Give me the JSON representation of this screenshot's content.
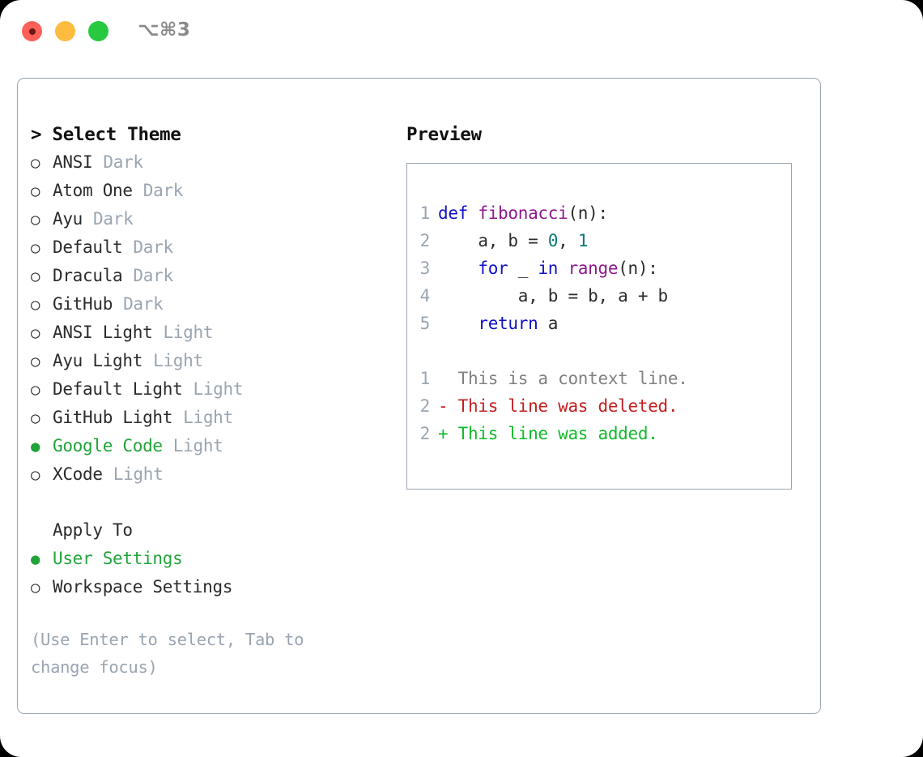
{
  "window": {
    "title": "⌥⌘3",
    "traffic_lights": [
      {
        "name": "close",
        "color": "#fc6058"
      },
      {
        "name": "minimize",
        "color": "#fdbc40"
      },
      {
        "name": "maximize",
        "color": "#27c93f"
      }
    ]
  },
  "colors": {
    "accent_green": "#22a33a",
    "muted_gray": "#9aa5b1",
    "text": "#2b2b2b",
    "keyword": "#1010c8",
    "function": "#8e1a8e",
    "number": "#0d7777",
    "diff_context": "#808080",
    "diff_deleted": "#c42020",
    "diff_added": "#10bb2a",
    "border": "#9aa5b1"
  },
  "left": {
    "heading": "> Select Theme",
    "themes": [
      {
        "marker": "○",
        "name": "ANSI",
        "tag": "Dark",
        "selected": false
      },
      {
        "marker": "○",
        "name": "Atom One",
        "tag": "Dark",
        "selected": false
      },
      {
        "marker": "○",
        "name": "Ayu",
        "tag": "Dark",
        "selected": false
      },
      {
        "marker": "○",
        "name": "Default",
        "tag": "Dark",
        "selected": false
      },
      {
        "marker": "○",
        "name": "Dracula",
        "tag": "Dark",
        "selected": false
      },
      {
        "marker": "○",
        "name": "GitHub",
        "tag": "Dark",
        "selected": false
      },
      {
        "marker": "○",
        "name": "ANSI Light",
        "tag": "Light",
        "selected": false
      },
      {
        "marker": "○",
        "name": "Ayu Light",
        "tag": "Light",
        "selected": false
      },
      {
        "marker": "○",
        "name": "Default Light",
        "tag": "Light",
        "selected": false
      },
      {
        "marker": "○",
        "name": "GitHub Light",
        "tag": "Light",
        "selected": false
      },
      {
        "marker": "●",
        "name": "Google Code",
        "tag": "Light",
        "selected": true
      },
      {
        "marker": "○",
        "name": "XCode",
        "tag": "Light",
        "selected": false
      }
    ],
    "apply_to": {
      "label": "Apply To",
      "options": [
        {
          "marker": "●",
          "name": "User Settings",
          "selected": true
        },
        {
          "marker": "○",
          "name": "Workspace Settings",
          "selected": false
        }
      ]
    },
    "hint": "(Use Enter to select, Tab to change focus)"
  },
  "right": {
    "heading": "Preview",
    "code_lines": [
      {
        "no": "1",
        "tokens": [
          {
            "t": "def ",
            "c": "kw"
          },
          {
            "t": "fibonacci",
            "c": "fn"
          },
          {
            "t": "(n):",
            "c": "pl"
          }
        ]
      },
      {
        "no": "2",
        "tokens": [
          {
            "t": "    a, b = ",
            "c": "pl"
          },
          {
            "t": "0",
            "c": "num"
          },
          {
            "t": ", ",
            "c": "pl"
          },
          {
            "t": "1",
            "c": "num"
          }
        ]
      },
      {
        "no": "3",
        "tokens": [
          {
            "t": "    ",
            "c": "pl"
          },
          {
            "t": "for",
            "c": "kw"
          },
          {
            "t": " _ ",
            "c": "pl"
          },
          {
            "t": "in",
            "c": "kw"
          },
          {
            "t": " ",
            "c": "pl"
          },
          {
            "t": "range",
            "c": "fn"
          },
          {
            "t": "(n):",
            "c": "pl"
          }
        ]
      },
      {
        "no": "4",
        "tokens": [
          {
            "t": "        a, b = b, a + b",
            "c": "pl"
          }
        ]
      },
      {
        "no": "5",
        "tokens": [
          {
            "t": "    ",
            "c": "pl"
          },
          {
            "t": "return",
            "c": "kw"
          },
          {
            "t": " a",
            "c": "pl"
          }
        ]
      }
    ],
    "diff_lines": [
      {
        "no": "1",
        "text": "  This is a context line.",
        "kind": "ctx"
      },
      {
        "no": "2",
        "text": "- This line was deleted.",
        "kind": "del"
      },
      {
        "no": "2",
        "text": "+ This line was added.",
        "kind": "add"
      }
    ]
  }
}
